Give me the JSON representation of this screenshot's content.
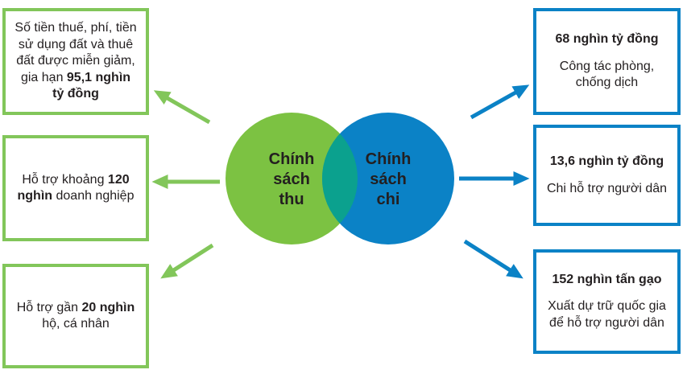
{
  "colors": {
    "green": "#7CC242",
    "green_accent": "#82C65A",
    "blue": "#0B82C6",
    "teal": "#0BA18E",
    "text": "#231F20",
    "background": "#FFFFFF"
  },
  "venn": {
    "left_circle": {
      "label_lines": [
        "Chính",
        "sách",
        "thu"
      ]
    },
    "right_circle": {
      "label_lines": [
        "Chính",
        "sách",
        "chi"
      ]
    }
  },
  "left_boxes": [
    {
      "segments": [
        {
          "text": "Số tiền thuế, phí, tiền sử dụng đất và thuê đất được miễn giảm, gia hạn ",
          "bold": false
        },
        {
          "text": "95,1 nghìn tỷ đồng",
          "bold": true
        }
      ]
    },
    {
      "segments": [
        {
          "text": "Hỗ trợ khoảng ",
          "bold": false
        },
        {
          "text": "120 nghìn",
          "bold": true
        },
        {
          "text": " doanh nghiệp",
          "bold": false
        }
      ]
    },
    {
      "segments": [
        {
          "text": "Hỗ trợ gần ",
          "bold": false
        },
        {
          "text": "20 nghìn",
          "bold": true
        },
        {
          "text": " hộ, cá nhân",
          "bold": false
        }
      ]
    }
  ],
  "right_boxes": [
    {
      "headline": "68 nghìn tỷ đồng",
      "body": "Công tác phòng, chống dịch"
    },
    {
      "headline": "13,6 nghìn tỷ đồng",
      "body": "Chi hỗ trợ người dân"
    },
    {
      "headline": "152 nghìn tấn gạo",
      "body": "Xuất dự trữ quốc gia để hỗ trợ người dân"
    }
  ]
}
